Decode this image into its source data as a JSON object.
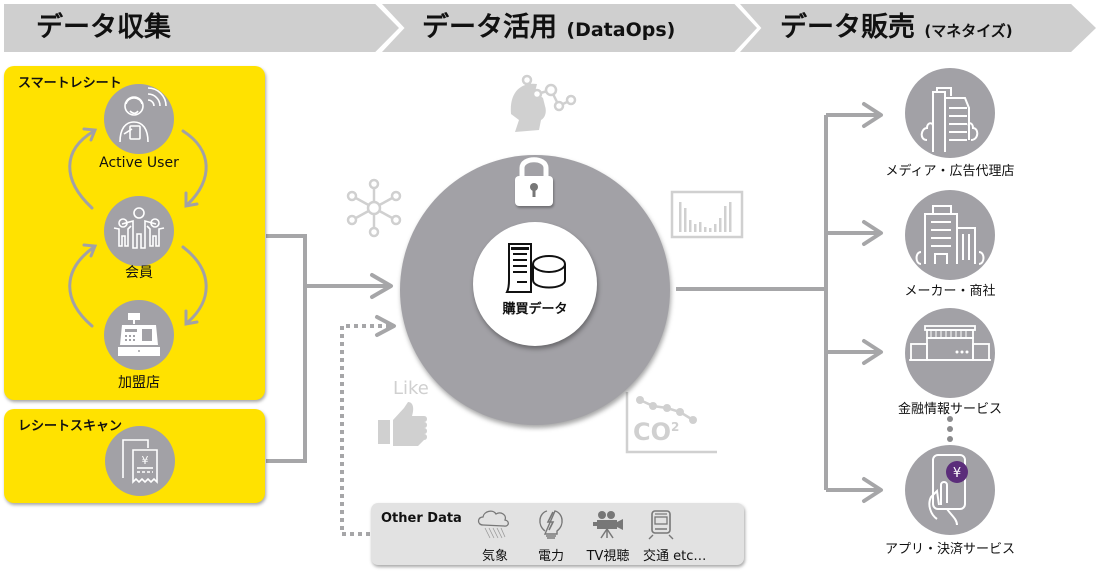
{
  "header": {
    "stages": [
      {
        "title": "データ収集",
        "suffix": ""
      },
      {
        "title": "データ活用",
        "suffix": "(DataOps)"
      },
      {
        "title": "データ販売",
        "suffix": "(マネタイズ)"
      }
    ]
  },
  "collection": {
    "smart_receipt": {
      "title": "スマートレシート",
      "nodes": [
        {
          "label": "Active User",
          "icon": "active-user-icon"
        },
        {
          "label": "会員",
          "icon": "members-icon"
        },
        {
          "label": "加盟店",
          "icon": "cash-register-icon"
        }
      ]
    },
    "receipt_scan": {
      "title": "レシートスキャン",
      "icon": "receipt-yen-icon"
    }
  },
  "utilization": {
    "core_label": "購買データ",
    "core_icon": "receipt-database-icon",
    "lock_icon": "lock-icon",
    "satellite_icons": [
      "ai-head-network-icon",
      "network-hub-icon",
      "bar-chart-icon",
      "like-thumbs-up-icon",
      "co2-trend-icon"
    ],
    "like_text": "Like",
    "co2_text": "CO",
    "co2_sub": "2"
  },
  "other_data": {
    "title": "Other Data",
    "items": [
      {
        "label": "気象",
        "icon": "weather-rain-icon"
      },
      {
        "label": "電力",
        "icon": "electric-bulb-icon"
      },
      {
        "label": "TV視聴",
        "icon": "video-camera-icon"
      },
      {
        "label": "交通 etc…",
        "icon": "train-icon"
      }
    ]
  },
  "sales": {
    "targets": [
      {
        "label": "メディア・広告代理店",
        "icon": "office-building-icon"
      },
      {
        "label": "メーカー・商社",
        "icon": "company-buildings-icon"
      },
      {
        "label": "金融情報サービス",
        "icon": "bank-building-icon"
      },
      {
        "label": "アプリ・決済サービス",
        "icon": "mobile-payment-icon"
      }
    ]
  },
  "colors": {
    "yellow": "#ffe200",
    "gray_circle": "#a2a1a6",
    "arrow_gray": "#a6a6a8",
    "light_icon": "#d0d0d0",
    "header_gray": "#cfcfcf",
    "yen_purple": "#5b2d7a"
  }
}
